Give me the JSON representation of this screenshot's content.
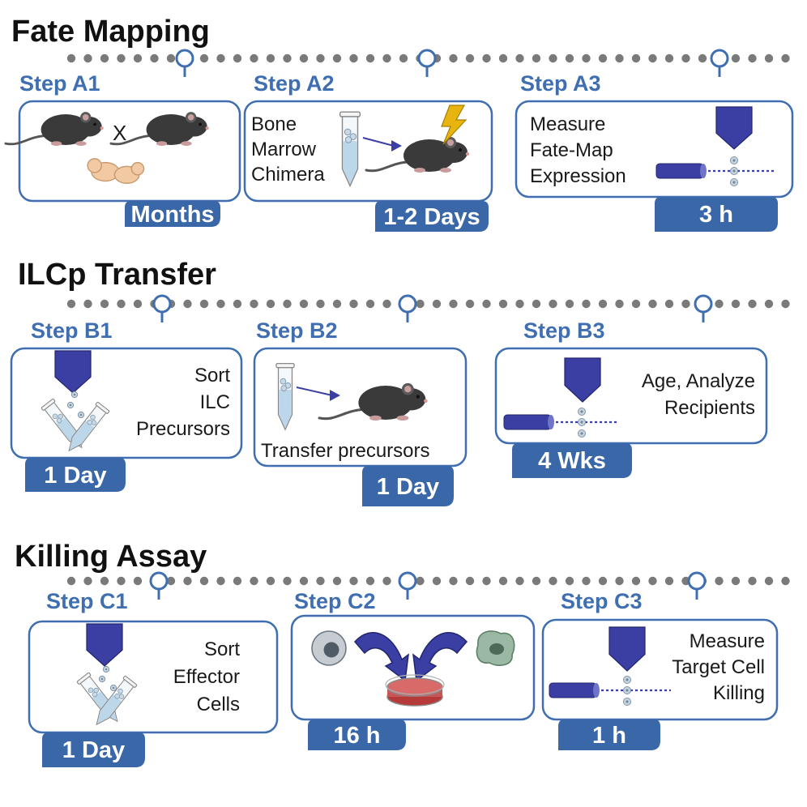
{
  "colors": {
    "accent_blue": "#3f6fb0",
    "tab_blue": "#3a67a8",
    "dot_gray": "#7a7a7a",
    "pin_blue": "#3f6fb0",
    "cytometer_blue": "#3b3fa3",
    "mouse_dark": "#3a3a3a"
  },
  "sections": [
    {
      "title": "Fate Mapping",
      "steps": [
        {
          "label": "Step A1",
          "body": [],
          "mark": "X",
          "duration": "Months",
          "icons": [
            "mouse-icon",
            "mouse-icon",
            "embryo-icon"
          ]
        },
        {
          "label": "Step A2",
          "body": [
            "Bone",
            "Marrow",
            "Chimera"
          ],
          "duration": "1-2 Days",
          "icons": [
            "tube-icon",
            "arrow-icon",
            "mouse-icon",
            "lightning-icon"
          ]
        },
        {
          "label": "Step A3",
          "body": [
            "Measure",
            "Fate-Map",
            "Expression"
          ],
          "duration": "3 h",
          "icons": [
            "cytometer-nozzle-icon",
            "laser-icon"
          ]
        }
      ]
    },
    {
      "title": "ILCp Transfer",
      "steps": [
        {
          "label": "Step B1",
          "body": [
            "Sort",
            "ILC",
            "Precursors"
          ],
          "duration": "1 Day",
          "icons": [
            "cytometer-nozzle-icon",
            "tube-icon",
            "tube-icon"
          ]
        },
        {
          "label": "Step B2",
          "body": [
            "Transfer precursors"
          ],
          "duration": "1 Day",
          "icons": [
            "tube-icon",
            "arrow-icon",
            "mouse-icon"
          ]
        },
        {
          "label": "Step B3",
          "body": [
            "Age, Analyze",
            "Recipients"
          ],
          "duration": "4 Wks",
          "icons": [
            "cytometer-nozzle-icon",
            "laser-icon"
          ]
        }
      ]
    },
    {
      "title": "Killing Assay",
      "steps": [
        {
          "label": "Step C1",
          "body": [
            "Sort",
            "Effector",
            "Cells"
          ],
          "duration": "1 Day",
          "icons": [
            "cytometer-nozzle-icon",
            "tube-icon",
            "tube-icon"
          ]
        },
        {
          "label": "Step C2",
          "body": [],
          "duration": "16 h",
          "icons": [
            "cell-icon",
            "curved-arrow-icon",
            "curved-arrow-icon",
            "tumor-cell-icon",
            "petri-dish-icon"
          ]
        },
        {
          "label": "Step C3",
          "body": [
            "Measure",
            "Target Cell",
            "Killing"
          ],
          "duration": "1 h",
          "icons": [
            "cytometer-nozzle-icon",
            "laser-icon"
          ]
        }
      ]
    }
  ]
}
